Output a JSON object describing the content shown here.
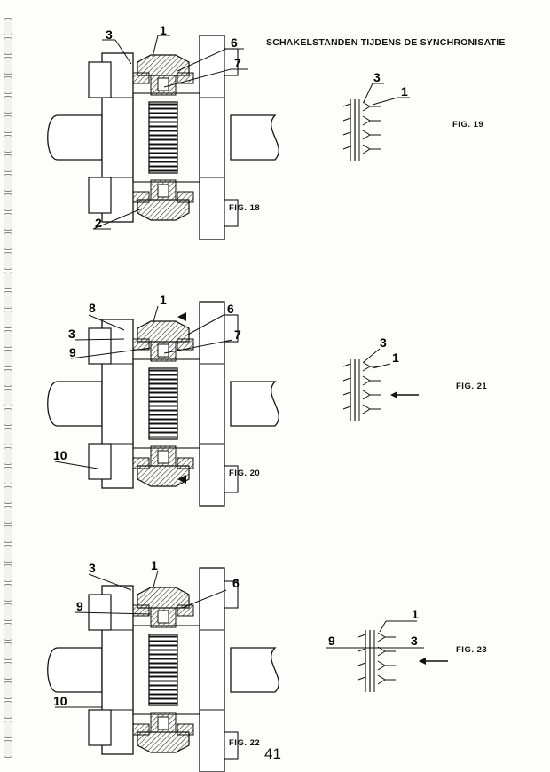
{
  "page": {
    "title": "SCHAKELSTANDEN TIJDENS DE SYNCHRONISATIE",
    "page_number": "41"
  },
  "figures": {
    "fig18": {
      "label": "FIG. 18",
      "callouts": [
        "3",
        "1",
        "6",
        "7",
        "2"
      ]
    },
    "fig19": {
      "label": "FIG. 19",
      "callouts": [
        "3",
        "1"
      ]
    },
    "fig20": {
      "label": "FIG. 20",
      "callouts": [
        "8",
        "1",
        "6",
        "3",
        "7",
        "9",
        "10"
      ]
    },
    "fig21": {
      "label": "FIG.  21",
      "callouts": [
        "3",
        "1"
      ]
    },
    "fig22": {
      "label": "FIG. 22",
      "callouts": [
        "3",
        "1",
        "6",
        "9",
        "10"
      ]
    },
    "fig23": {
      "label": "FIG. 23",
      "callouts": [
        "1",
        "9",
        "3"
      ]
    }
  },
  "colors": {
    "ink": "#111111",
    "hatch": "#333333",
    "paper": "#fdfdfb"
  }
}
